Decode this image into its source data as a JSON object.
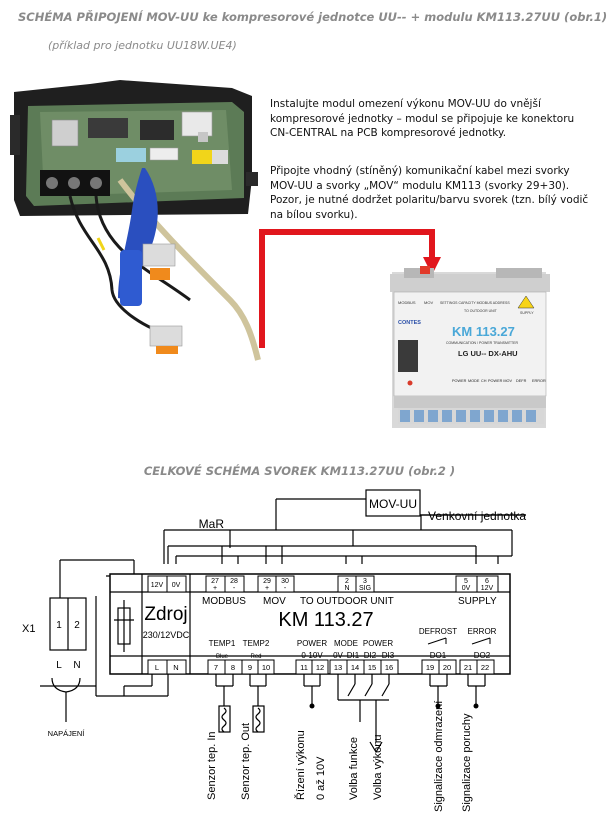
{
  "header": {
    "title": "SCHÉMA PŘIPOJENÍ MOV-UU ke kompresorové jednotce UU--  + modulu KM113.27UU (obr.1)",
    "subtitle": "(příklad pro jednotku UU18W.UE4)"
  },
  "instructions": {
    "p1": "Instalujte modul omezení výkonu MOV-UU do vnější kompresorové jednotky – modul se připojuje ke konektoru CN-CENTRAL na PCB kompresorové jednotky.",
    "p2": "Připojte vhodný (stíněný) komunikační kabel mezi svorky MOV-UU a svorky „MOV“ modulu KM113 (svorky 29+30). Pozor, je nutné dodržet polaritu/barvu svorek (tzn. bílý vodič na bílou svorku)."
  },
  "photo_module": {
    "brand": "CONTES",
    "model": "KM 113.27",
    "subtitle": "COMMUNICATION / POWER TRANSMITTER",
    "variant": "LG UU-- DX-AHU",
    "top_labels": [
      "MODBUS",
      "MOV",
      "SETTINGS CAPACITY MODBUS ADDRESS",
      "TO OUTDOOR UNIT",
      "SUPPLY"
    ],
    "leds": [
      "POWER",
      "MODE",
      "CH",
      "POWER MOV",
      "DEFR",
      "ERROR"
    ]
  },
  "section2": {
    "title": "CELKOVÉ SCHÉMA SVOREK KM113.27UU (obr.2 )"
  },
  "wiring": {
    "mov_uu": "MOV-UU",
    "outdoor_unit": "Venkovní jednotka",
    "mar": "MaR",
    "module_name": "KM 113.27",
    "power_block": "Zdroj",
    "power_spec": "230/12VDC",
    "x1": "X1",
    "x1_pins": [
      "1",
      "2"
    ],
    "supply_label": "NAPÁJENÍ",
    "top_terminals": {
      "v12": "12V",
      "v0": "0V",
      "t27": "27",
      "t27s": "+",
      "t28": "28",
      "t28s": "-",
      "t29": "29",
      "t29s": "+",
      "t30": "30",
      "t30s": "-",
      "t2": "2",
      "t2s": "N",
      "t3": "3",
      "t3s": "SIG",
      "t5": "5",
      "t5s": "0V",
      "t6": "6",
      "t6s": "12V"
    },
    "groups": {
      "modbus": "MODBUS",
      "mov": "MOV",
      "outdoor": "TO OUTDOOR UNIT",
      "supply": "SUPPLY",
      "temp1": "TEMP1",
      "temp1_color": "Blue",
      "temp2": "TEMP2",
      "temp2_color": "Red",
      "power": "POWER",
      "power_range": "0-10V",
      "mode": "MODE",
      "mode_sub": "0V",
      "power2": "POWER",
      "di1": "DI1",
      "di2": "DI2",
      "di3": "DI3",
      "defrost": "DEFROST",
      "do1": "DO1",
      "error": "ERROR",
      "do2": "DO2"
    },
    "bottom_terminals": [
      "L",
      "N",
      "7",
      "8",
      "9",
      "10",
      "11",
      "12",
      "13",
      "14",
      "15",
      "16",
      "19",
      "20",
      "21",
      "22"
    ],
    "outputs": {
      "sensor_in": "Senzor tep. In",
      "sensor_out": "Senzor tep. Out",
      "power_control": "Řízení výkonu",
      "power_range": "0 až 10V",
      "function_select": "Volba funkce",
      "power_select": "Volba výkonu",
      "defrost_signal": "Signalizace odmrazení",
      "fault_signal": "Signalizace poruchy"
    }
  }
}
